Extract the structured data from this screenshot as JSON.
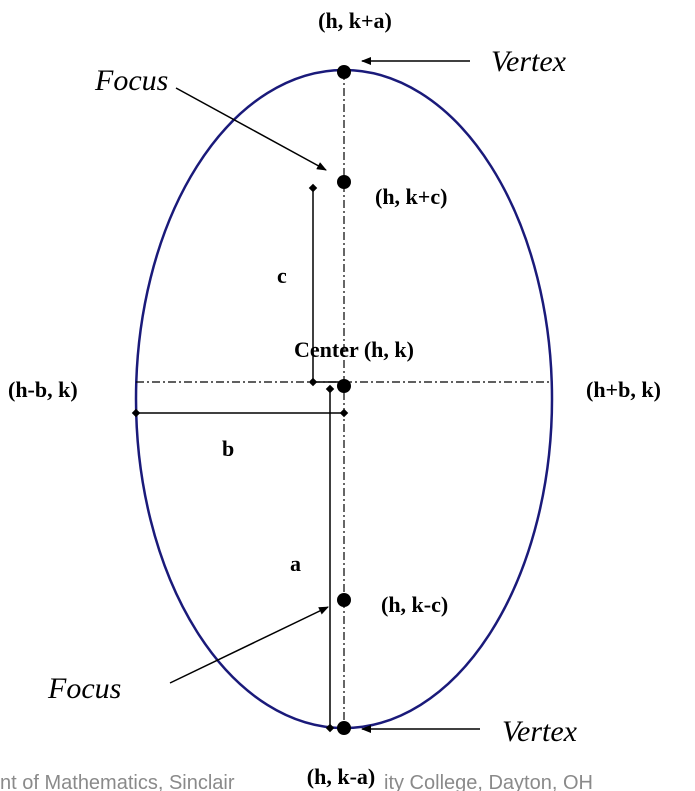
{
  "labels": {
    "top_vertex": "(h, k+a)",
    "top_focus": "(h, k+c)",
    "center": "Center (h, k)",
    "left_co_vertex": "(h-b, k)",
    "right_co_vertex": "(h+b, k)",
    "bottom_focus": "(h, k-c)",
    "bottom_vertex": "(h, k-a)",
    "c": "c",
    "b": "b",
    "a": "a"
  },
  "callouts": {
    "vertex_top": "Vertex",
    "vertex_bottom": "Vertex",
    "focus_top": "Focus",
    "focus_bottom": "Focus"
  },
  "footer": {
    "left": "nt of Mathematics, Sinclair",
    "right": "ity College, Dayton, OH"
  },
  "colors": {
    "ellipse": "#1a1a7a",
    "ink": "#000000",
    "footer": "#8a8a8a"
  }
}
